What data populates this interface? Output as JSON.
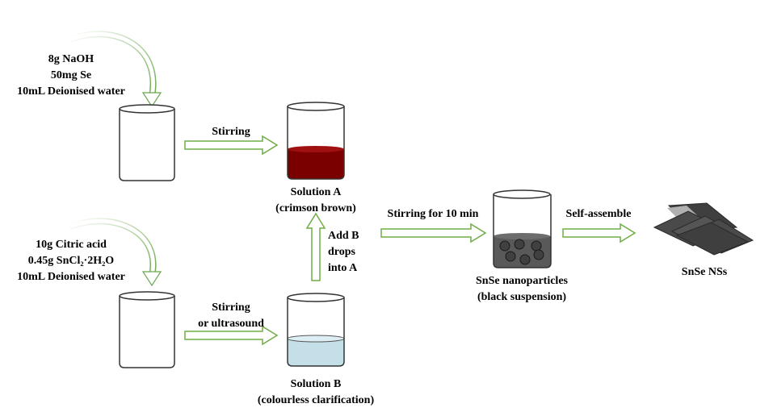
{
  "reagents_top": [
    "8g NaOH",
    "50mg Se",
    "10mL Deionised water"
  ],
  "reagents_bottom": [
    "10g Citric acid",
    "0.45g SnCl₂·2H₂O",
    "10mL Deionised water"
  ],
  "step_stir_a": "Stirring",
  "step_stir_b": [
    "Stirring",
    "or ultrasound"
  ],
  "solution_a": [
    "Solution A",
    "(crimson brown)"
  ],
  "solution_b": [
    "Solution B",
    "(colourless clarification)"
  ],
  "add_b": [
    "Add B",
    "drops",
    "into A"
  ],
  "stir_10min": "Stirring for 10 min",
  "nanoparticles": [
    "SnSe nanoparticles",
    "(black suspension)"
  ],
  "self_assemble": "Self-assemble",
  "product": "SnSe NSs",
  "colors": {
    "arrow_green": "#70ad47",
    "solution_a": "#7a0000",
    "solution_b": "#c5dfe8",
    "suspension": "#595959",
    "particle": "#404040",
    "sheet": "#4a4a4a"
  }
}
